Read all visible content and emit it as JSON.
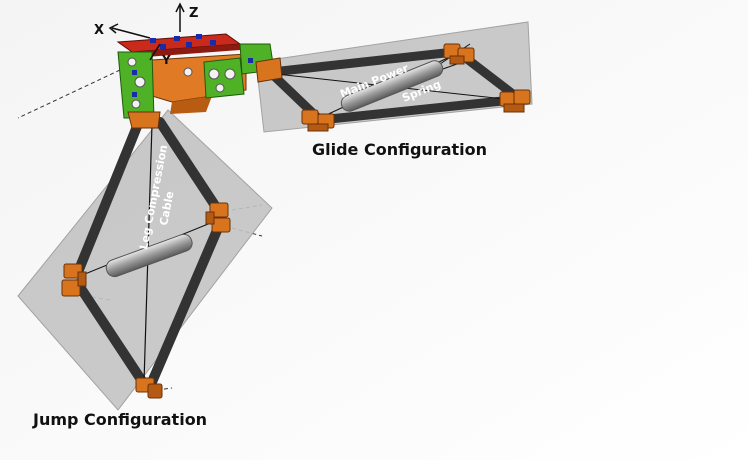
{
  "labels": {
    "glide": "Glide Configuration",
    "jump": "Jump Configuration",
    "main_power": "Main Power",
    "spring": "Spring",
    "leg_compression": "Leg Compression",
    "cable": "Cable"
  },
  "axes": {
    "x": "X",
    "y": "Y",
    "z": "Z"
  },
  "colors": {
    "plane": "#b9b9b9",
    "rod": "#3a3a3a",
    "joint": "#d9741e",
    "body_green": "#4fb226",
    "body_red": "#c92a1c",
    "body_orange": "#e07a24"
  }
}
